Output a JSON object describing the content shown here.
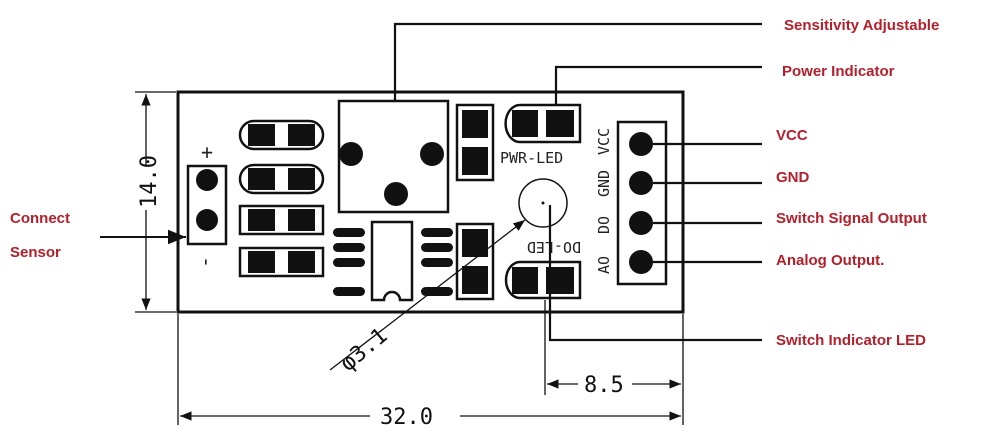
{
  "colors": {
    "label": "#b3202b",
    "ink": "#111111"
  },
  "labels": {
    "sensitivity": "Sensitivity Adjustable",
    "power": "Power Indicator",
    "vcc": "VCC",
    "gnd": "GND",
    "switch_out": "Switch Signal Output",
    "analog": "Analog Output.",
    "switch_led": "Switch Indicator LED",
    "connect_line1": "Connect",
    "connect_line2": "Sensor"
  },
  "silkscreen": {
    "pwr_led": "PWR-LED",
    "do_led": "DO-LED",
    "pin_vcc": "VCC",
    "pin_gnd": "GND",
    "pin_do": "DO",
    "pin_ao": "AO",
    "plus": "+",
    "minus": "-"
  },
  "dimensions": {
    "height": "14.0",
    "width": "32.0",
    "led_offset": "8.5",
    "led_diameter": "φ3.1"
  }
}
